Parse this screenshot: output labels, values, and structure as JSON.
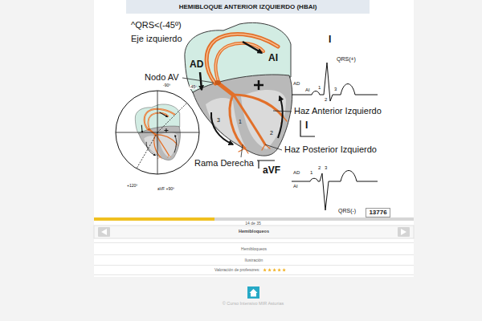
{
  "diagram": {
    "title": "HEMIBLOQUE ANTERIOR IZQUIERDO (HBAI)",
    "nodes": [
      {
        "text": [
          "13776"
        ]
      },
      {
        "text": [
          "Hemibloqueos"
        ]
      },
      {
        "text": [
          "Hemibloqueos"
        ]
      },
      {
        "text": [
          "Ilustración"
        ]
      },
      {
        "text": [
          "Valoración de profesores:"
        ]
      }
    ],
    "labels": [
      "^QRS<(-45º)",
      "Eje izquierdo",
      "-90º",
      "-45º",
      "+120º",
      "aVF +90º",
      "AD",
      "AI",
      "Nodo AV",
      "Haz Anterior Izquierdo",
      "Haz Posterior Izquierdo",
      "Rama Derecha",
      "I",
      "aVF",
      "1",
      "2",
      "3",
      "I",
      "QRS(+)",
      "AD",
      "AI",
      "1",
      "2",
      "3",
      "AD",
      "AI",
      "1",
      "2",
      "3",
      "QRS(-)",
      "14 de 35",
      "© Curso Intensivo MIR Asturias"
    ]
  }
}
